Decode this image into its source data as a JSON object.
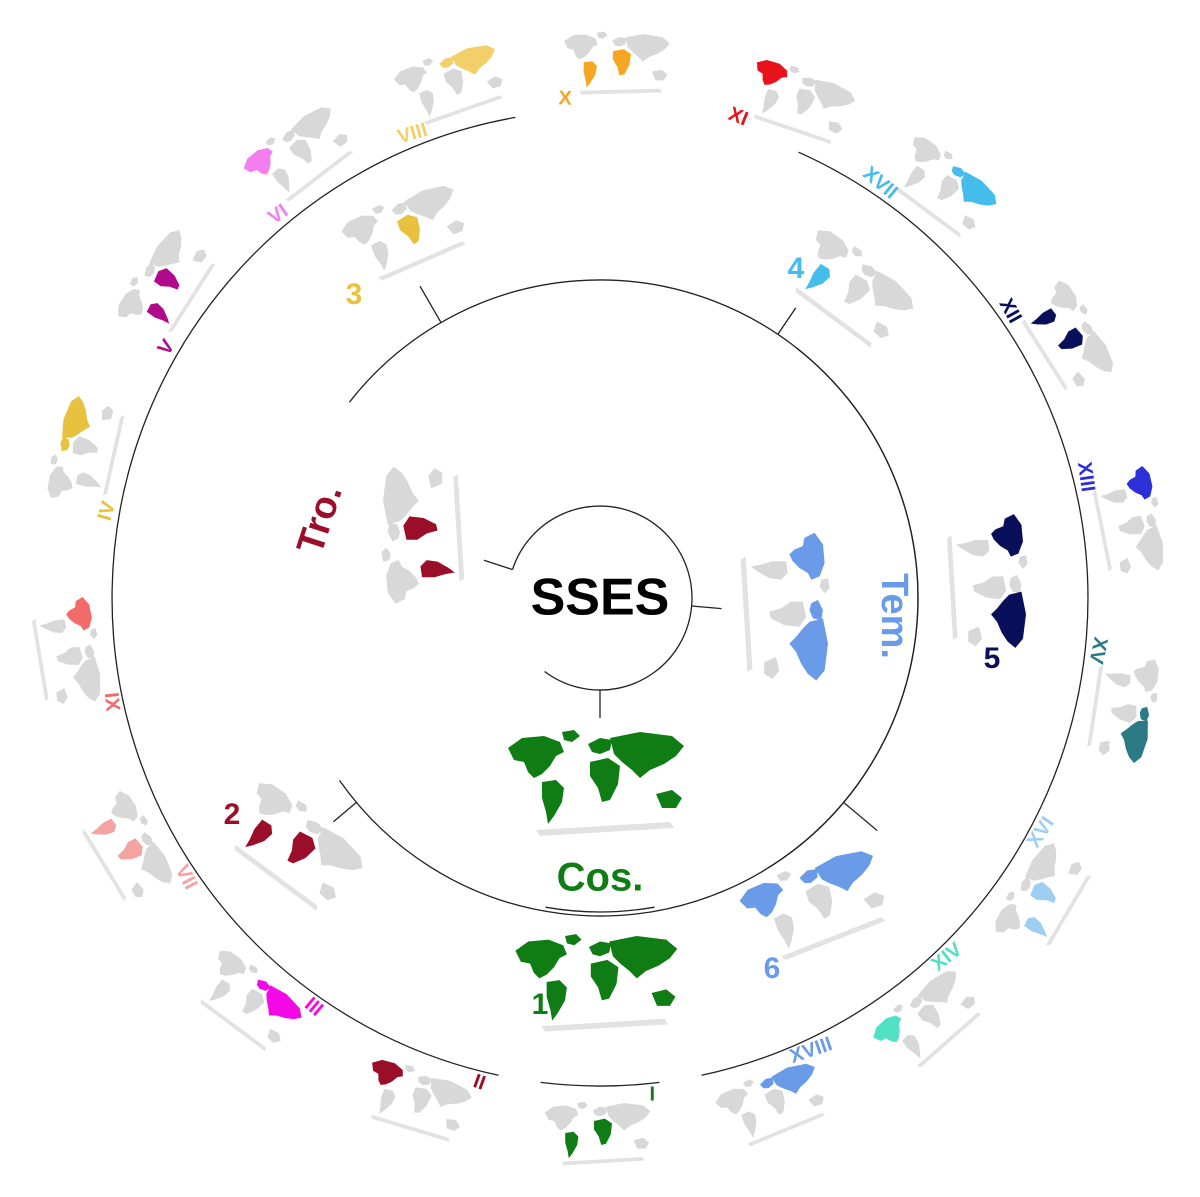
{
  "center": {
    "label": "SSES"
  },
  "groups": [
    {
      "id": "cos",
      "label": "Cos.",
      "color": "#0f7d14"
    },
    {
      "id": "tro",
      "label": "Tro.",
      "color": "#9b0e2a"
    },
    {
      "id": "tem",
      "label": "Tem.",
      "color": "#6a9be9"
    }
  ],
  "clusters": [
    {
      "label": "1",
      "color": "#0f7d14"
    },
    {
      "label": "2",
      "color": "#9b0e2a"
    },
    {
      "label": "3",
      "color": "#e8c23e"
    },
    {
      "label": "4",
      "color": "#45bdea"
    },
    {
      "label": "5",
      "color": "#0a0f5c"
    },
    {
      "label": "6",
      "color": "#6a9be9"
    }
  ],
  "regions": [
    {
      "label": "I",
      "color": "#0f7d14"
    },
    {
      "label": "II",
      "color": "#9b0e2a"
    },
    {
      "label": "III",
      "color": "#f209e6"
    },
    {
      "label": "VII",
      "color": "#f4a3a3"
    },
    {
      "label": "IX",
      "color": "#f26a6a"
    },
    {
      "label": "IV",
      "color": "#e8c23e"
    },
    {
      "label": "V",
      "color": "#b0098c"
    },
    {
      "label": "VI",
      "color": "#f27ef0"
    },
    {
      "label": "VIII",
      "color": "#f2cf6a"
    },
    {
      "label": "X",
      "color": "#f5a623"
    },
    {
      "label": "XI",
      "color": "#e8121a"
    },
    {
      "label": "XVII",
      "color": "#45bdea"
    },
    {
      "label": "XII",
      "color": "#0a0f5c"
    },
    {
      "label": "XIII",
      "color": "#2d2fd8"
    },
    {
      "label": "XV",
      "color": "#2c7a83"
    },
    {
      "label": "XVI",
      "color": "#9ecff2"
    },
    {
      "label": "XIV",
      "color": "#52e0c4"
    },
    {
      "label": "XVIII",
      "color": "#6a9be9"
    }
  ],
  "colors": {
    "land": "#d8d8d8",
    "line": "#222222",
    "shadow": "#e2e2e2"
  }
}
